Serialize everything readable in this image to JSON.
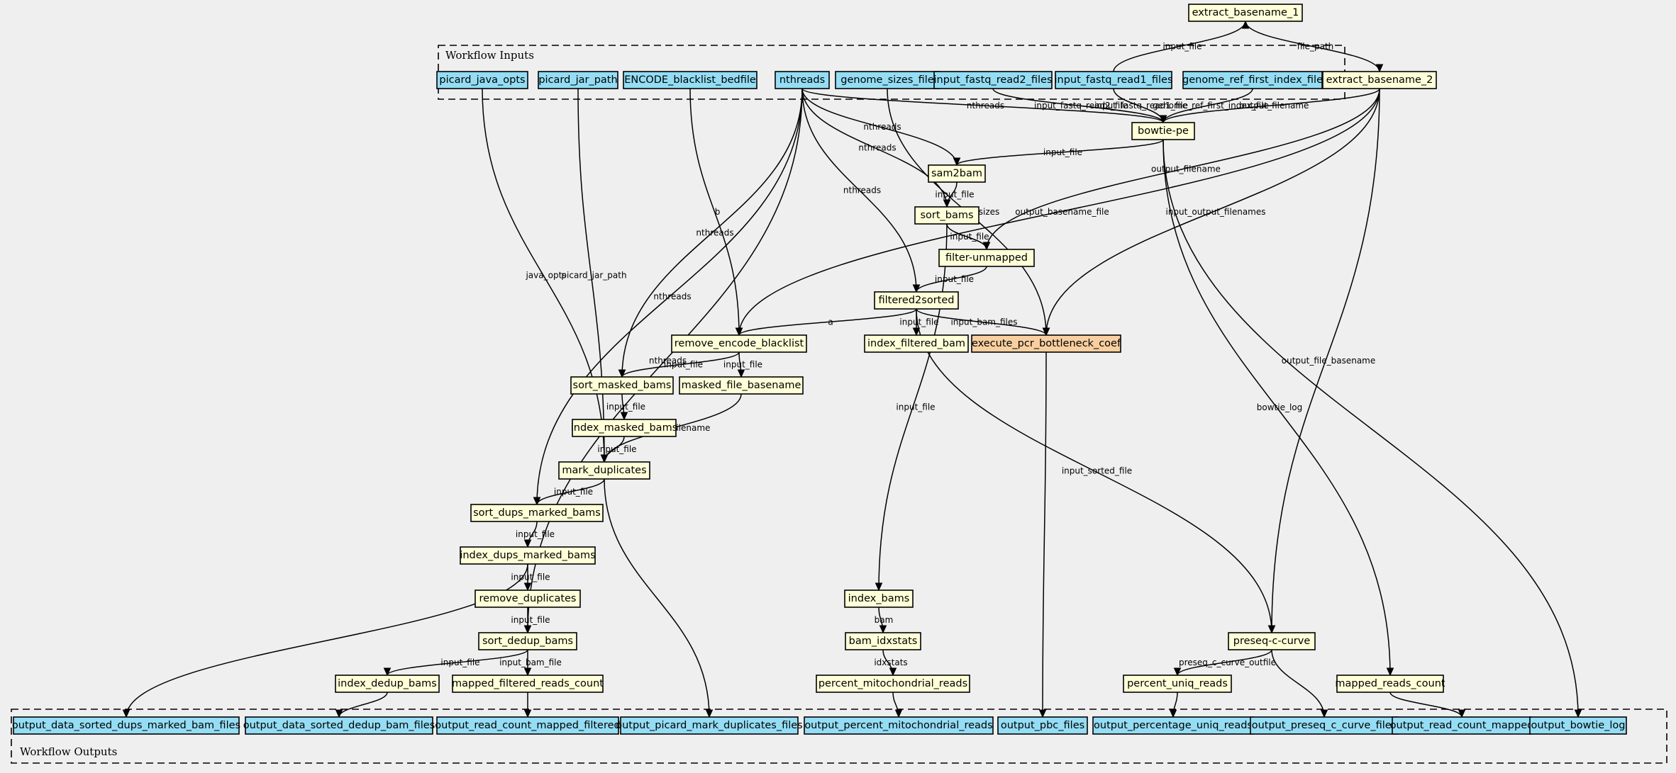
{
  "clusters": {
    "inputs": "Workflow Inputs",
    "outputs": "Workflow Outputs"
  },
  "nodes": [
    {
      "id": "extract_basename_1",
      "label": "extract_basename_1",
      "kind": "step"
    },
    {
      "id": "extract_basename_2",
      "label": "extract_basename_2",
      "kind": "step"
    },
    {
      "id": "picard_java_opts",
      "label": "picard_java_opts",
      "kind": "io"
    },
    {
      "id": "picard_jar_path",
      "label": "picard_jar_path",
      "kind": "io"
    },
    {
      "id": "ENCODE_blacklist_bedfile",
      "label": "ENCODE_blacklist_bedfile",
      "kind": "io"
    },
    {
      "id": "nthreads",
      "label": "nthreads",
      "kind": "io"
    },
    {
      "id": "genome_sizes_file",
      "label": "genome_sizes_file",
      "kind": "io"
    },
    {
      "id": "input_fastq_read2_files",
      "label": "input_fastq_read2_files",
      "kind": "io"
    },
    {
      "id": "input_fastq_read1_files",
      "label": "input_fastq_read1_files",
      "kind": "io"
    },
    {
      "id": "genome_ref_first_index_file",
      "label": "genome_ref_first_index_file",
      "kind": "io"
    },
    {
      "id": "bowtie_pe",
      "label": "bowtie-pe",
      "kind": "step"
    },
    {
      "id": "sam2bam",
      "label": "sam2bam",
      "kind": "step"
    },
    {
      "id": "sort_bams",
      "label": "sort_bams",
      "kind": "step"
    },
    {
      "id": "filter_unmapped",
      "label": "filter-unmapped",
      "kind": "step"
    },
    {
      "id": "filtered2sorted",
      "label": "filtered2sorted",
      "kind": "step"
    },
    {
      "id": "remove_encode_blacklist",
      "label": "remove_encode_blacklist",
      "kind": "step"
    },
    {
      "id": "index_filtered_bam",
      "label": "index_filtered_bam",
      "kind": "step"
    },
    {
      "id": "execute_pcr_bottleneck_coef",
      "label": "execute_pcr_bottleneck_coef",
      "kind": "hl"
    },
    {
      "id": "sort_masked_bams",
      "label": "sort_masked_bams",
      "kind": "step"
    },
    {
      "id": "masked_file_basename",
      "label": "masked_file_basename",
      "kind": "step"
    },
    {
      "id": "index_masked_bams",
      "label": "index_masked_bams",
      "kind": "step"
    },
    {
      "id": "mark_duplicates",
      "label": "mark_duplicates",
      "kind": "step"
    },
    {
      "id": "sort_dups_marked_bams",
      "label": "sort_dups_marked_bams",
      "kind": "step"
    },
    {
      "id": "index_dups_marked_bams",
      "label": "index_dups_marked_bams",
      "kind": "step"
    },
    {
      "id": "remove_duplicates",
      "label": "remove_duplicates",
      "kind": "step"
    },
    {
      "id": "sort_dedup_bams",
      "label": "sort_dedup_bams",
      "kind": "step"
    },
    {
      "id": "index_dedup_bams",
      "label": "index_dedup_bams",
      "kind": "step"
    },
    {
      "id": "mapped_filtered_reads_count",
      "label": "mapped_filtered_reads_count",
      "kind": "step"
    },
    {
      "id": "index_bams",
      "label": "index_bams",
      "kind": "step"
    },
    {
      "id": "bam_idxstats",
      "label": "bam_idxstats",
      "kind": "step"
    },
    {
      "id": "percent_mitochondrial_reads",
      "label": "percent_mitochondrial_reads",
      "kind": "step"
    },
    {
      "id": "preseq_c_curve",
      "label": "preseq-c-curve",
      "kind": "step"
    },
    {
      "id": "percent_uniq_reads",
      "label": "percent_uniq_reads",
      "kind": "step"
    },
    {
      "id": "mapped_reads_count",
      "label": "mapped_reads_count",
      "kind": "step"
    },
    {
      "id": "output_data_sorted_dups_marked_bam_files",
      "label": "output_data_sorted_dups_marked_bam_files",
      "kind": "io"
    },
    {
      "id": "output_data_sorted_dedup_bam_files",
      "label": "output_data_sorted_dedup_bam_files",
      "kind": "io"
    },
    {
      "id": "output_read_count_mapped_filtered",
      "label": "output_read_count_mapped_filtered",
      "kind": "io"
    },
    {
      "id": "output_picard_mark_duplicates_files",
      "label": "output_picard_mark_duplicates_files",
      "kind": "io"
    },
    {
      "id": "output_percent_mitochondrial_reads",
      "label": "output_percent_mitochondrial_reads",
      "kind": "io"
    },
    {
      "id": "output_pbc_files",
      "label": "output_pbc_files",
      "kind": "io"
    },
    {
      "id": "output_percentage_uniq_reads",
      "label": "output_percentage_uniq_reads",
      "kind": "io"
    },
    {
      "id": "output_preseq_c_curve_files",
      "label": "output_preseq_c_curve_files",
      "kind": "io"
    },
    {
      "id": "output_read_count_mapped",
      "label": "output_read_count_mapped",
      "kind": "io"
    },
    {
      "id": "output_bowtie_log",
      "label": "output_bowtie_log",
      "kind": "io"
    }
  ],
  "edges": [
    {
      "from": "input_fastq_read1_files",
      "to": "extract_basename_1",
      "label": "input_file"
    },
    {
      "from": "extract_basename_1",
      "to": "extract_basename_2",
      "label": "file_path"
    },
    {
      "from": "nthreads",
      "to": "bowtie_pe",
      "label": "nthreads"
    },
    {
      "from": "input_fastq_read2_files",
      "to": "bowtie_pe",
      "label": "input_fastq_read2_file"
    },
    {
      "from": "input_fastq_read1_files",
      "to": "bowtie_pe",
      "label": "input_fastq_read1_file"
    },
    {
      "from": "genome_ref_first_index_file",
      "to": "bowtie_pe",
      "label": "genome_ref_first_index_file"
    },
    {
      "from": "extract_basename_2",
      "to": "bowtie_pe",
      "label": "output_filename"
    },
    {
      "from": "nthreads",
      "to": "sam2bam",
      "label": "nthreads"
    },
    {
      "from": "bowtie_pe",
      "to": "sam2bam",
      "label": "input_file"
    },
    {
      "from": "nthreads",
      "to": "sort_bams",
      "label": "nthreads"
    },
    {
      "from": "sam2bam",
      "to": "sort_bams",
      "label": "input_file"
    },
    {
      "from": "sort_bams",
      "to": "filter_unmapped",
      "label": "input_file"
    },
    {
      "from": "extract_basename_2",
      "to": "filter_unmapped",
      "label": "output_filename"
    },
    {
      "from": "nthreads",
      "to": "filtered2sorted",
      "label": "nthreads"
    },
    {
      "from": "filter_unmapped",
      "to": "filtered2sorted",
      "label": "input_file"
    },
    {
      "from": "filtered2sorted",
      "to": "remove_encode_blacklist",
      "label": "a"
    },
    {
      "from": "ENCODE_blacklist_bedfile",
      "to": "remove_encode_blacklist",
      "label": "b"
    },
    {
      "from": "extract_basename_2",
      "to": "remove_encode_blacklist",
      "label": "output_basename_file"
    },
    {
      "from": "filtered2sorted",
      "to": "index_filtered_bam",
      "label": "input_file"
    },
    {
      "from": "filtered2sorted",
      "to": "execute_pcr_bottleneck_coef",
      "label": "input_bam_files"
    },
    {
      "from": "genome_sizes_file",
      "to": "execute_pcr_bottleneck_coef",
      "label": "genome_sizes"
    },
    {
      "from": "extract_basename_2",
      "to": "execute_pcr_bottleneck_coef",
      "label": "input_output_filenames"
    },
    {
      "from": "remove_encode_blacklist",
      "to": "sort_masked_bams",
      "label": "input_file"
    },
    {
      "from": "nthreads",
      "to": "sort_masked_bams",
      "label": "nthreads"
    },
    {
      "from": "remove_encode_blacklist",
      "to": "masked_file_basename",
      "label": "input_file"
    },
    {
      "from": "sort_masked_bams",
      "to": "index_masked_bams",
      "label": "input_file"
    },
    {
      "from": "index_masked_bams",
      "to": "mark_duplicates",
      "label": "input_file"
    },
    {
      "from": "masked_file_basename",
      "to": "mark_duplicates",
      "label": "output_filename"
    },
    {
      "from": "picard_java_opts",
      "to": "mark_duplicates",
      "label": "java_opts"
    },
    {
      "from": "picard_jar_path",
      "to": "mark_duplicates",
      "label": "picard_jar_path"
    },
    {
      "from": "mark_duplicates",
      "to": "sort_dups_marked_bams",
      "label": "input_file"
    },
    {
      "from": "nthreads",
      "to": "sort_dups_marked_bams",
      "label": "nthreads"
    },
    {
      "from": "sort_dups_marked_bams",
      "to": "index_dups_marked_bams",
      "label": "input_file"
    },
    {
      "from": "index_dups_marked_bams",
      "to": "remove_duplicates",
      "label": "input_file"
    },
    {
      "from": "remove_duplicates",
      "to": "sort_dedup_bams",
      "label": "input_file"
    },
    {
      "from": "nthreads",
      "to": "sort_dedup_bams",
      "label": "nthreads"
    },
    {
      "from": "sort_dedup_bams",
      "to": "index_dedup_bams",
      "label": "input_file"
    },
    {
      "from": "sort_dedup_bams",
      "to": "mapped_filtered_reads_count",
      "label": "input_bam_file"
    },
    {
      "from": "sort_bams",
      "to": "index_bams",
      "label": "input_file"
    },
    {
      "from": "index_bams",
      "to": "bam_idxstats",
      "label": "bam"
    },
    {
      "from": "bam_idxstats",
      "to": "percent_mitochondrial_reads",
      "label": "idxstats"
    },
    {
      "from": "filtered2sorted",
      "to": "preseq_c_curve",
      "label": "input_sorted_file"
    },
    {
      "from": "extract_basename_2",
      "to": "preseq_c_curve",
      "label": "output_file_basename"
    },
    {
      "from": "preseq_c_curve",
      "to": "percent_uniq_reads",
      "label": "preseq_c_curve_outfile"
    },
    {
      "from": "bowtie_pe",
      "to": "mapped_reads_count",
      "label": "bowtie_log"
    },
    {
      "from": "index_dups_marked_bams",
      "to": "output_data_sorted_dups_marked_bam_files",
      "label": ""
    },
    {
      "from": "index_dedup_bams",
      "to": "output_data_sorted_dedup_bam_files",
      "label": ""
    },
    {
      "from": "mapped_filtered_reads_count",
      "to": "output_read_count_mapped_filtered",
      "label": ""
    },
    {
      "from": "mark_duplicates",
      "to": "output_picard_mark_duplicates_files",
      "label": ""
    },
    {
      "from": "percent_mitochondrial_reads",
      "to": "output_percent_mitochondrial_reads",
      "label": ""
    },
    {
      "from": "execute_pcr_bottleneck_coef",
      "to": "output_pbc_files",
      "label": ""
    },
    {
      "from": "percent_uniq_reads",
      "to": "output_percentage_uniq_reads",
      "label": ""
    },
    {
      "from": "preseq_c_curve",
      "to": "output_preseq_c_curve_files",
      "label": ""
    },
    {
      "from": "mapped_reads_count",
      "to": "output_read_count_mapped",
      "label": ""
    },
    {
      "from": "bowtie_pe",
      "to": "output_bowtie_log",
      "label": ""
    }
  ]
}
